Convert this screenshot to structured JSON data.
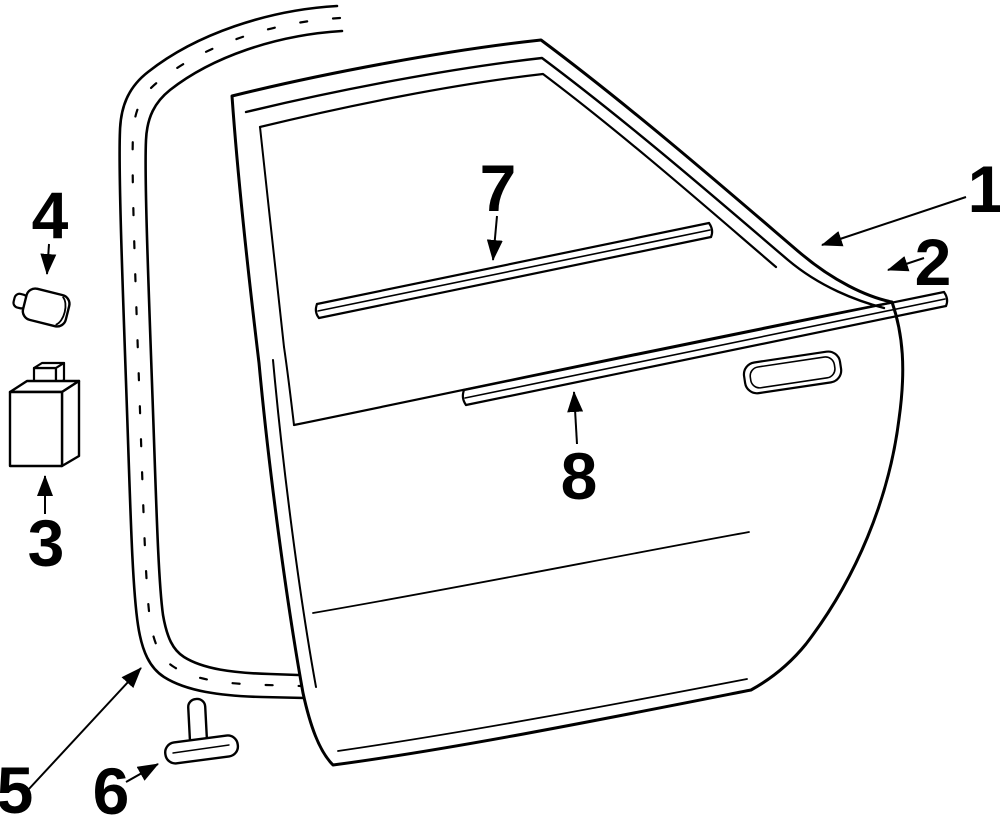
{
  "colors": {
    "background": "#ffffff",
    "line": "#000000"
  },
  "callouts": [
    {
      "label": "1"
    },
    {
      "label": "2"
    },
    {
      "label": "3"
    },
    {
      "label": "4"
    },
    {
      "label": "5"
    },
    {
      "label": "6"
    },
    {
      "label": "7"
    },
    {
      "label": "8"
    }
  ]
}
